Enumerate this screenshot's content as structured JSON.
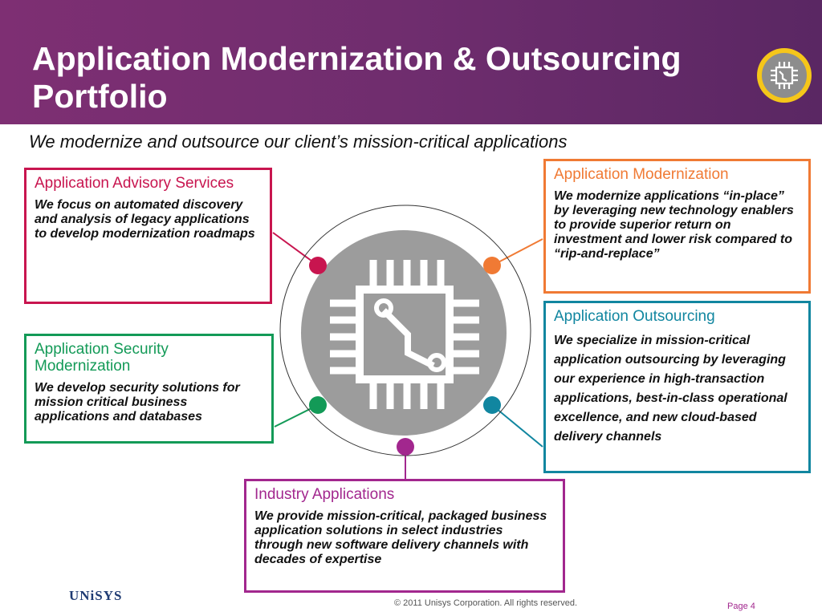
{
  "header": {
    "title": "Application Modernization & Outsourcing Portfolio",
    "subtitle": "We modernize and outsource our client’s mission-critical applications",
    "badge_icon": "chip-icon"
  },
  "cards": {
    "advisory": {
      "title": "Application Advisory Services",
      "body": "We focus on automated discovery and analysis of legacy applications to develop modernization roadmaps",
      "color": "#c8154f"
    },
    "security": {
      "title": "Application Security Modernization",
      "body": "We develop security solutions for mission critical business applications and databases",
      "color": "#139a57"
    },
    "modernization": {
      "title": "Application Modernization",
      "body": "We modernize applications “in-place” by leveraging new technology enablers to provide superior return on investment and lower risk compared to “rip-and-replace”",
      "color": "#f07a34"
    },
    "outsourcing": {
      "title": "Application Outsourcing",
      "body": "We specialize in mission-critical application outsourcing by leveraging our experience in high-transaction applications, best-in-class operational excellence, and new cloud-based delivery channels",
      "color": "#1186a0"
    },
    "industry": {
      "title": "Industry Applications",
      "body": "We provide mission-critical, packaged business application solutions in select industries through new software delivery channels with decades of expertise",
      "color": "#a2278e"
    }
  },
  "center_icon": "chip-icon",
  "footer": {
    "logo": "UNiSYS",
    "copyright": "© 2011 Unisys Corporation. All rights reserved.",
    "page": "Page 4"
  }
}
